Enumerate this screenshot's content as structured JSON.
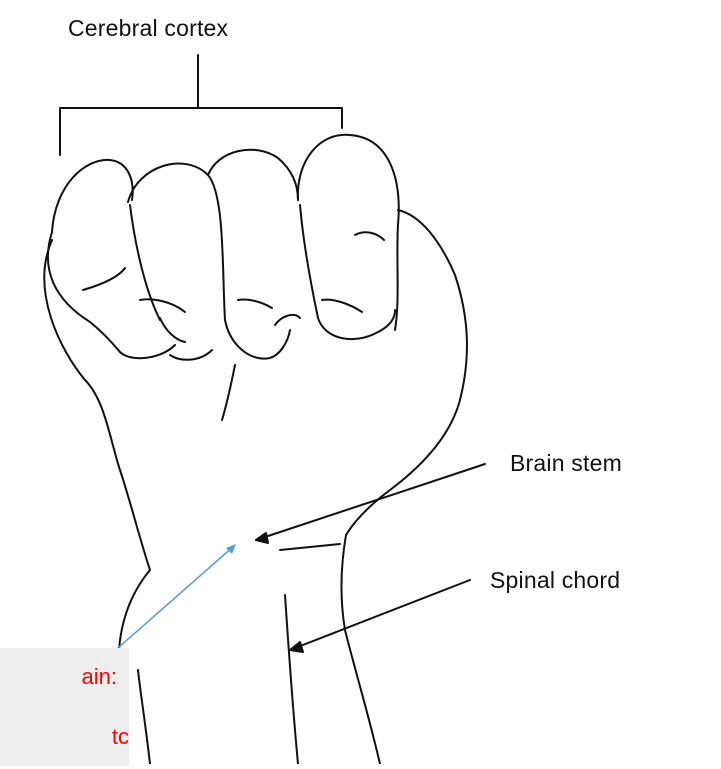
{
  "labels": {
    "cerebral_cortex": "Cerebral cortex",
    "brain_stem": "Brain stem",
    "spinal_chord": "Spinal chord"
  },
  "callout": {
    "line1": "ain:",
    "line2": "tc",
    "text_color": "#ff0000",
    "background": "#eeeeee",
    "pointer_color": "#5b9bd5"
  },
  "colors": {
    "ink": "#111111",
    "background": "#ffffff"
  }
}
